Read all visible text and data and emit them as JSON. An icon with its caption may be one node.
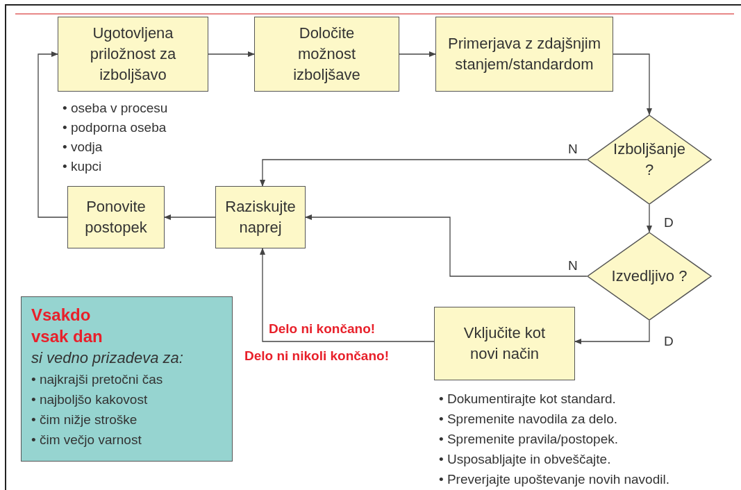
{
  "diagram": {
    "nodes": [
      {
        "text": [
          "Ugotovljena priložnost za izboljšavo"
        ],
        "beside": [
          "• oseba v procesu",
          "• podporna oseba",
          "• vodja",
          "• kupci"
        ]
      },
      {
        "text": [
          "Določite možnost izboljšave"
        ]
      },
      {
        "text": [
          "Primerjava z zdajšnjim stanjem/standardom"
        ]
      },
      {
        "text": [
          "Izboljšanje ?"
        ]
      },
      {
        "text": [
          "Izvedljivo ?"
        ]
      },
      {
        "text": [
          "Raziskujte naprej"
        ]
      },
      {
        "text": [
          "Ponovite postopek"
        ]
      },
      {
        "text": [
          "Vključite kot novi način"
        ],
        "beside": [
          "• Dokumentirajte kot standard.",
          "• Spremenite navodila za delo.",
          "• Spremenite pravila/postopek.",
          "• Usposabljajte in obveščajte.",
          "• Preverjajte upoštevanje novih navodil."
        ]
      },
      {
        "text": [
          "Vsakdo vsak dan",
          "si vedno prizadeva za:",
          "• najkrajši pretočni čas",
          "• najboljšo kakovost",
          "• čim nižje stroške",
          "• čim večjo varnost"
        ]
      }
    ],
    "edges": [
      {
        "from": 0,
        "to": 1,
        "arrow": "to"
      },
      {
        "from": 1,
        "to": 2,
        "arrow": "to"
      },
      {
        "from": 2,
        "to": 3,
        "arrow": "to"
      },
      {
        "from": 3,
        "to": 5,
        "arrow": "to",
        "label": "N"
      },
      {
        "from": 3,
        "to": 4,
        "arrow": "to",
        "label": "D"
      },
      {
        "from": 4,
        "to": 5,
        "arrow": "to",
        "label": "N"
      },
      {
        "from": 4,
        "to": 7,
        "arrow": "to",
        "label": "D"
      },
      {
        "from": 7,
        "to": 5,
        "arrow": "to",
        "label": "Delo ni končano!"
      },
      {
        "from": 5,
        "to": 6,
        "arrow": "to"
      },
      {
        "from": 6,
        "to": 0,
        "arrow": "to"
      }
    ],
    "labels": [
      "Delo ni nikoli končano!"
    ]
  }
}
